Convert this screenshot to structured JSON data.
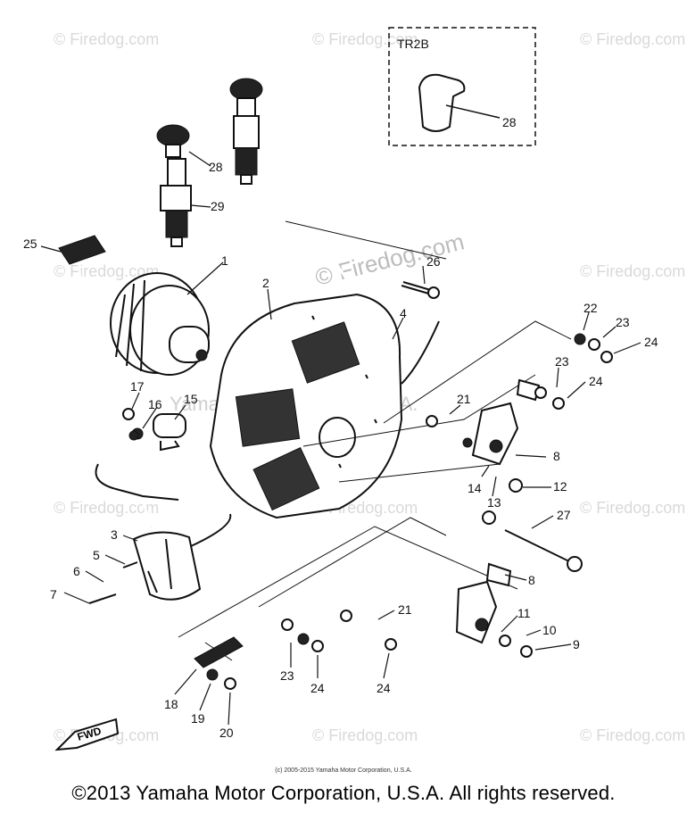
{
  "diagram": {
    "inset_label": "TR2B",
    "direction_marker": "FWD",
    "callouts": {
      "c1": "1",
      "c2": "2",
      "c3": "3",
      "c4": "4",
      "c5": "5",
      "c6": "6",
      "c7": "7",
      "c8a": "8",
      "c8b": "8",
      "c9": "9",
      "c10": "10",
      "c11": "11",
      "c12": "12",
      "c13": "13",
      "c14": "14",
      "c15": "15",
      "c16": "16",
      "c17": "17",
      "c18": "18",
      "c19": "19",
      "c20": "20",
      "c21a": "21",
      "c21b": "21",
      "c22": "22",
      "c23a": "23",
      "c23b": "23",
      "c23c": "23",
      "c24a": "24",
      "c24b": "24",
      "c24c": "24",
      "c24d": "24",
      "c25": "25",
      "c26": "26",
      "c27": "27",
      "c28a": "28",
      "c28b": "28",
      "c29": "29"
    }
  },
  "watermarks": {
    "firedog": "© Firedog.com",
    "yamaha": "Yamaha Motor Corp., U.S.A."
  },
  "small_copyright": "(c) 2005-2015 Yamaha Motor Corporation, U.S.A.",
  "footer_copyright": "©2013 Yamaha Motor Corporation, U.S.A. All rights reserved."
}
